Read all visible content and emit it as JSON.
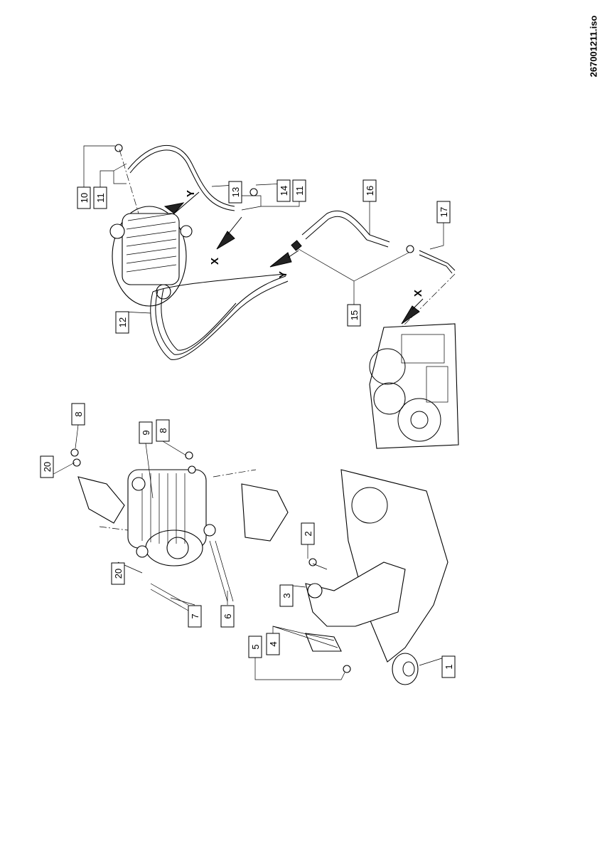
{
  "document_id": "267001211.iso",
  "callouts": [
    "10",
    "11",
    "13",
    "14",
    "11",
    "16",
    "17",
    "15",
    "12",
    "8",
    "20",
    "9",
    "8",
    "20",
    "7",
    "6",
    "2",
    "3",
    "4",
    "5",
    "1"
  ],
  "view_markers": [
    "Y",
    "X",
    "Y",
    "X"
  ]
}
